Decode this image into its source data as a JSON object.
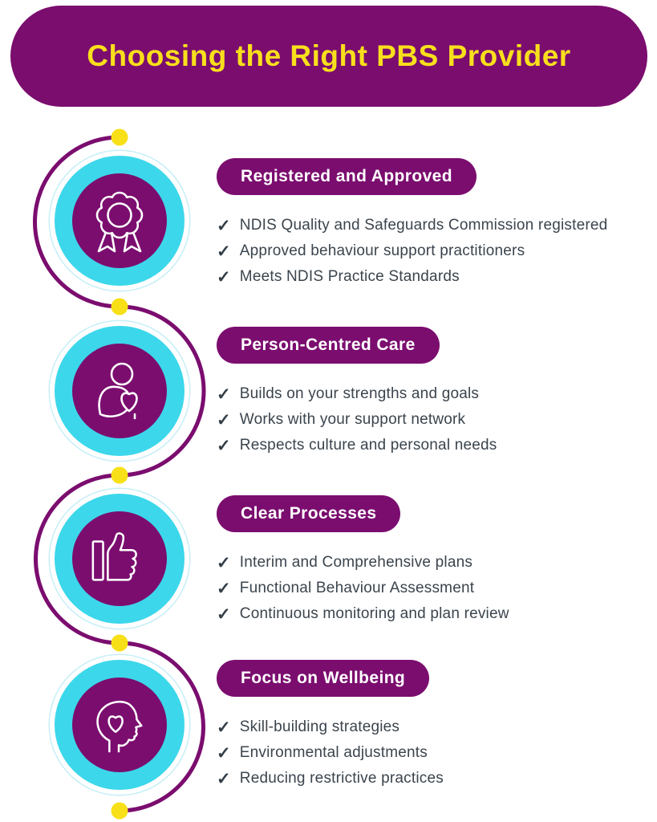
{
  "header": {
    "title": "Choosing the Right PBS Provider"
  },
  "glyphs": {
    "check": "✓"
  },
  "colors": {
    "purple": "#7B0D6F",
    "cyan": "#3CD7EA",
    "yellow": "#F7E017",
    "title_yellow": "#F8DF1C",
    "body_text": "#3B444D",
    "background": "#ffffff"
  },
  "sections": [
    {
      "title": "Registered and Approved",
      "icon": "award-badge-icon",
      "items": [
        "NDIS Quality and Safeguards Commission registered",
        "Approved behaviour support practitioners",
        "Meets NDIS Practice Standards"
      ]
    },
    {
      "title": "Person-Centred Care",
      "icon": "person-holding-heart-icon",
      "items": [
        "Builds on your strengths and goals",
        "Works with your support network",
        "Respects culture and personal needs"
      ]
    },
    {
      "title": "Clear Processes",
      "icon": "thumbs-up-icon",
      "items": [
        "Interim and Comprehensive plans",
        "Functional Behaviour Assessment",
        "Continuous monitoring and plan review"
      ]
    },
    {
      "title": "Focus on Wellbeing",
      "icon": "head-with-heart-icon",
      "items": [
        "Skill-building strategies",
        "Environmental adjustments",
        "Reducing restrictive practices"
      ]
    }
  ]
}
